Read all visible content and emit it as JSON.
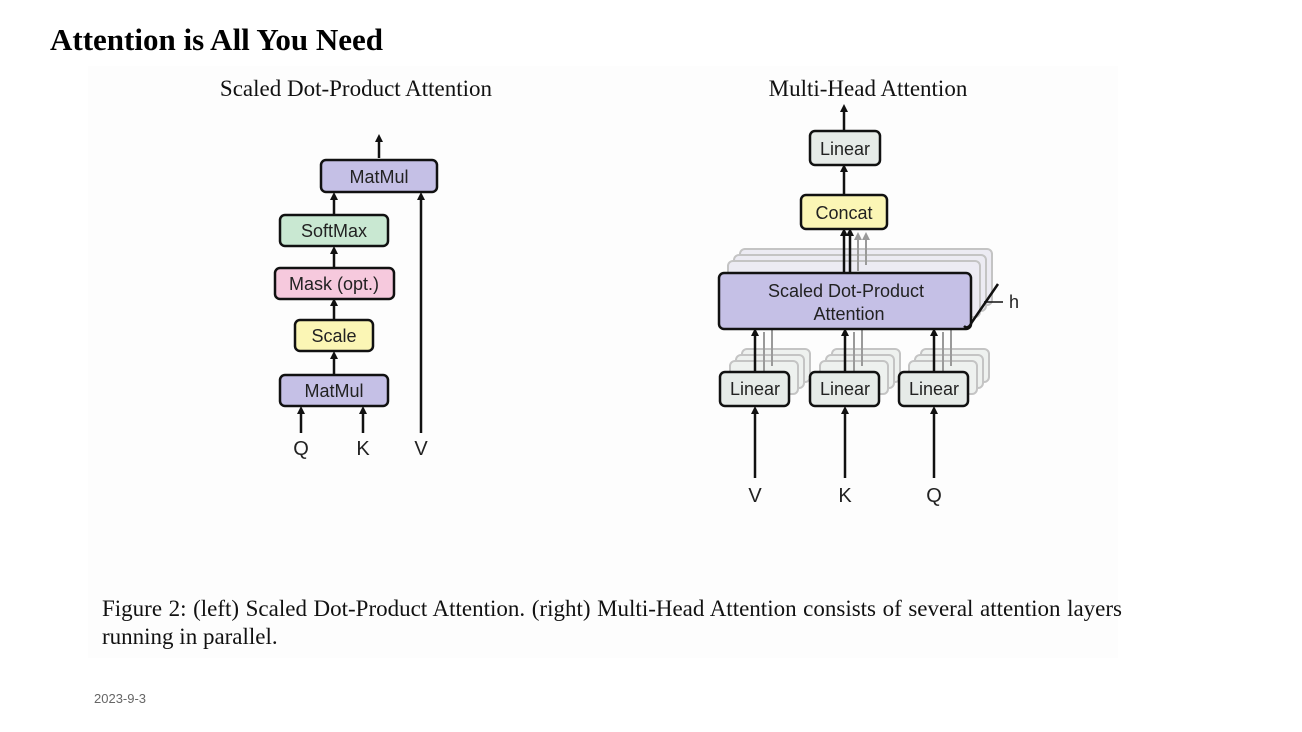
{
  "slide": {
    "title": "Attention is All You Need",
    "date": "2023-9-3"
  },
  "left_diagram": {
    "title": "Scaled Dot-Product Attention",
    "blocks": {
      "matmul_top": "MatMul",
      "softmax": "SoftMax",
      "mask": "Mask (opt.)",
      "scale": "Scale",
      "matmul_bottom": "MatMul"
    },
    "inputs": [
      "Q",
      "K",
      "V"
    ]
  },
  "right_diagram": {
    "title": "Multi-Head Attention",
    "blocks": {
      "linear_out": "Linear",
      "concat": "Concat",
      "sdpa_line1": "Scaled Dot-Product",
      "sdpa_line2": "Attention",
      "linear_v": "Linear",
      "linear_k": "Linear",
      "linear_q": "Linear"
    },
    "heads_label": "h",
    "inputs": [
      "V",
      "K",
      "Q"
    ]
  },
  "caption": {
    "text": "Figure 2: (left) Scaled Dot-Product Attention. (right) Multi-Head Attention consists of several attention layers running in parallel."
  },
  "colors": {
    "matmul": "#c5c0e6",
    "softmax": "#c9e8d2",
    "mask": "#f6c9dd",
    "scale": "#fbf6b5",
    "concat": "#fbf6b5",
    "linear": "#e6ebe8",
    "sdpa": "#c5c0e6",
    "stroke": "#111111"
  }
}
